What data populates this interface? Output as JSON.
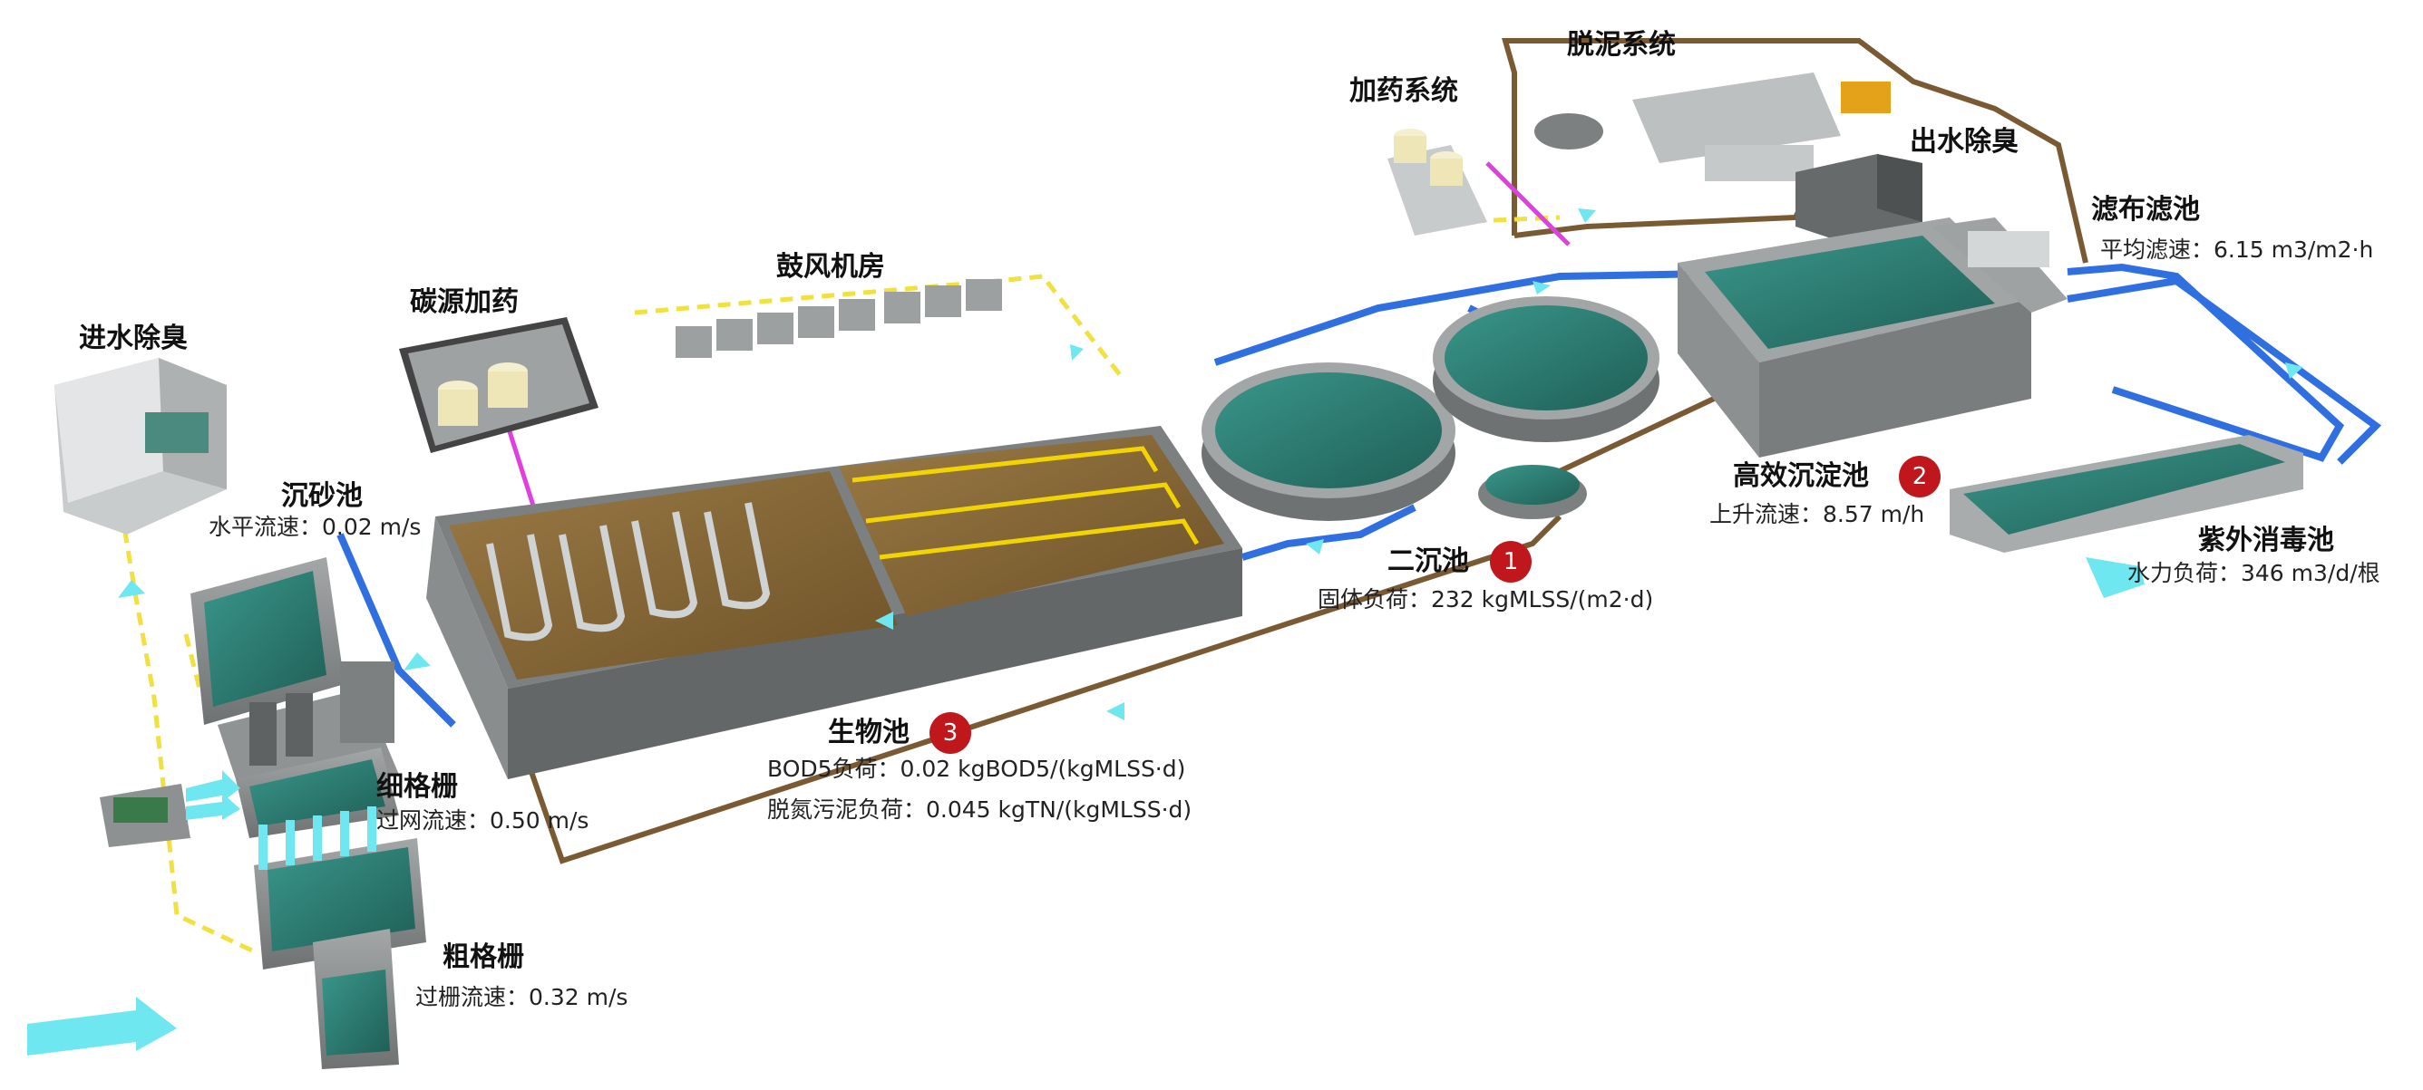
{
  "colors": {
    "flow_water": "#2f6fe0",
    "flow_sludge": "#7a5a33",
    "flow_air": "#f0e040",
    "flow_chemical": "#e040e0",
    "arrow": "#6fe7f0",
    "badge": "#c0171c",
    "water_green": "#2e7f76",
    "sludge_brown": "#8a6a35",
    "concrete": "#8e9191"
  },
  "labels": {
    "inlet_deodor": {
      "title": "进水除臭"
    },
    "grit_chamber": {
      "title": "沉砂池",
      "param": "水平流速：0.02 m/s"
    },
    "fine_screen": {
      "title": "细格栅",
      "param": "过网流速：0.50 m/s"
    },
    "coarse_screen": {
      "title": "粗格栅",
      "param": "过栅流速：0.32 m/s"
    },
    "carbon_dosing": {
      "title": "碳源加药"
    },
    "blower_room": {
      "title": "鼓风机房"
    },
    "bio_tank": {
      "title": "生物池",
      "badge": "3",
      "param1": "BOD5负荷：0.02 kgBOD5/(kgMLSS·d)",
      "param2": "脱氮污泥负荷：0.045 kgTN/(kgMLSS·d)"
    },
    "secondary_clarifier": {
      "title": "二沉池",
      "badge": "1",
      "param": "固体负荷：232 kgMLSS/(m2·d)"
    },
    "dosing_system": {
      "title": "加药系统"
    },
    "sludge_dewatering": {
      "title": "脱泥系统"
    },
    "outlet_deodor": {
      "title": "出水除臭"
    },
    "high_eff_settler": {
      "title": "高效沉淀池",
      "badge": "2",
      "param": "上升流速：8.57 m/h"
    },
    "cloth_filter": {
      "title": "滤布滤池",
      "param": "平均滤速：6.15 m3/m2·h"
    },
    "uv_disinfection": {
      "title": "紫外消毒池",
      "param": "水力负荷：346 m3/d/根"
    }
  }
}
